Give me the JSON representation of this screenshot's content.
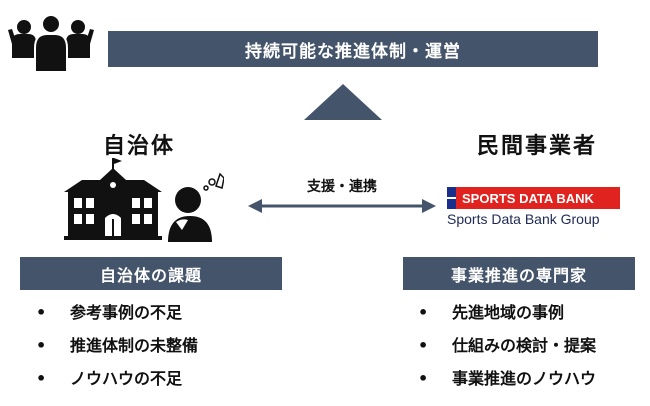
{
  "banner": {
    "text": "持続可能な推進体制・運営"
  },
  "left": {
    "title": "自治体",
    "section_label": "自治体の課題",
    "bullets": [
      "参考事例の不足",
      "推進体制の未整備",
      "ノウハウの不足"
    ]
  },
  "right": {
    "title": "民間事業者",
    "section_label": "事業推進の専門家",
    "bullets": [
      "先進地域の事例",
      "仕組みの検討・提案",
      "事業推進のノウハウ"
    ]
  },
  "connection": {
    "label": "支援・連携"
  },
  "logo": {
    "main": "SPORTS DATA BANK",
    "sub": "Sports Data Bank Group"
  },
  "bullet_char": "•",
  "colors": {
    "bar": "#44546a",
    "logo_red": "#e0231e",
    "logo_blue": "#1a2e8c"
  },
  "icons": [
    "people-group-icon",
    "triangle-up-icon",
    "school-building-icon",
    "thinking-person-icon",
    "double-arrow-icon"
  ]
}
